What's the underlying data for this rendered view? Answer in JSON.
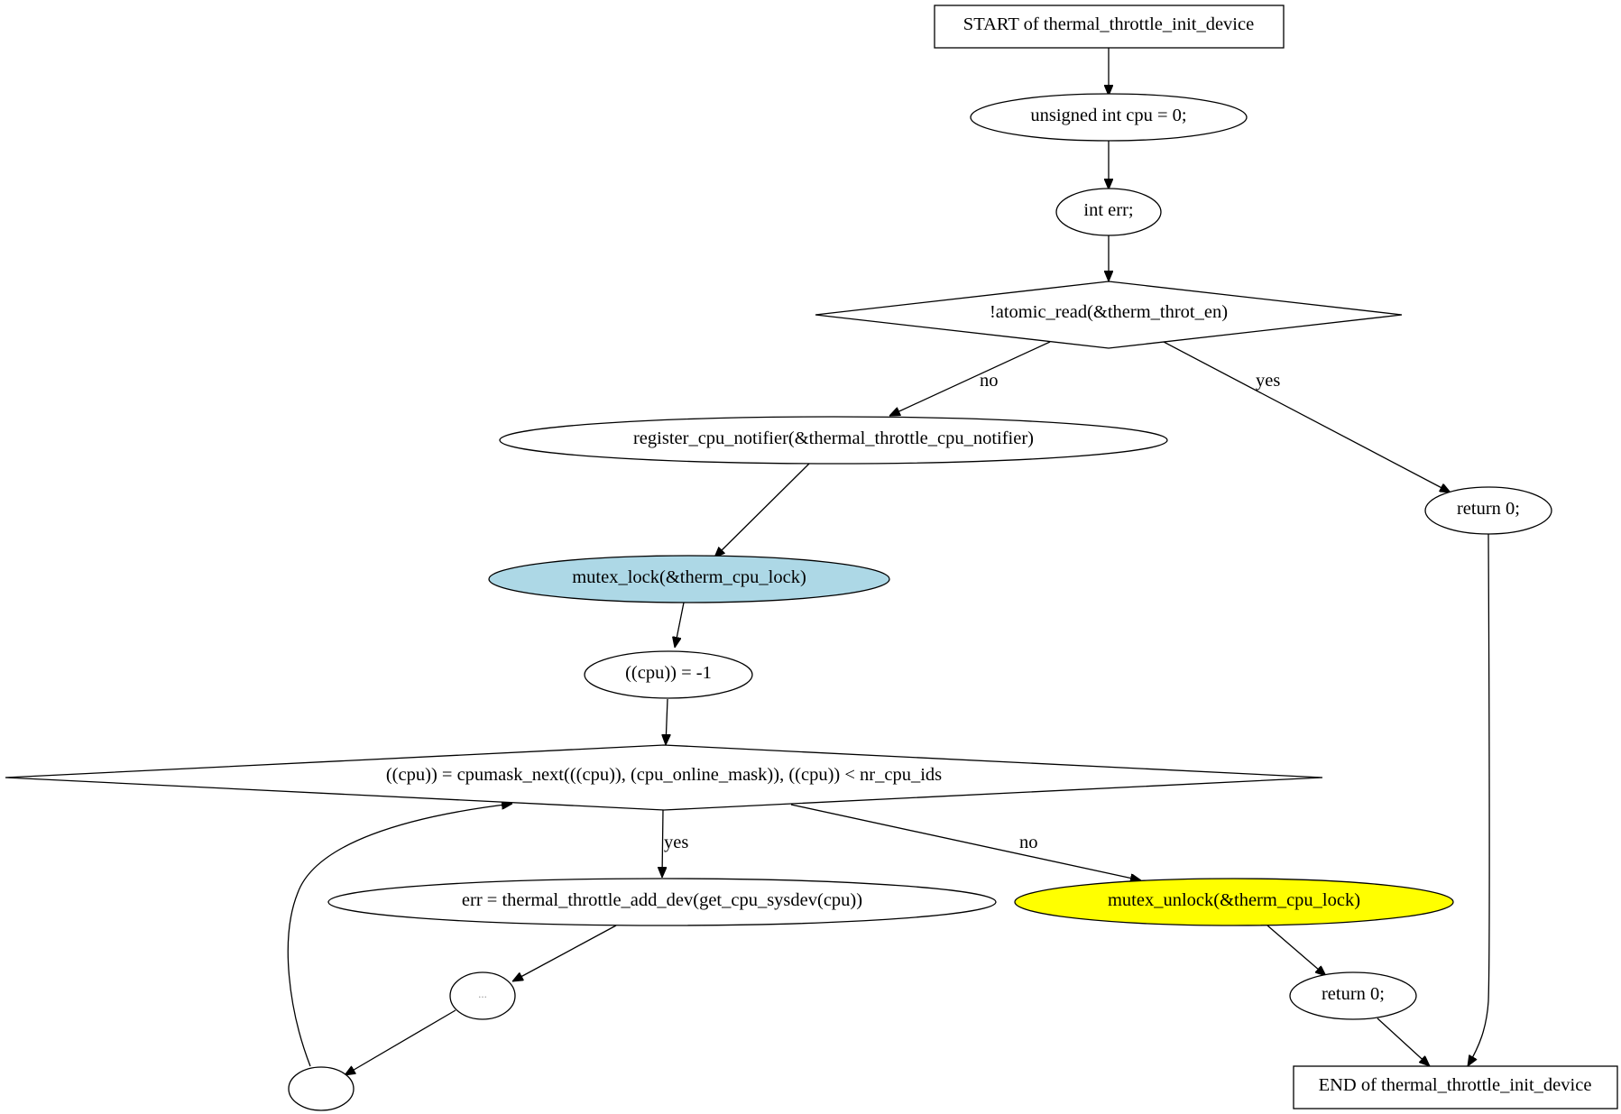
{
  "nodes": {
    "start": {
      "label": "START of thermal_throttle_init_device"
    },
    "decl_cpu": {
      "label": "unsigned int cpu = 0;"
    },
    "decl_err": {
      "label": "int err;"
    },
    "cond_atomic": {
      "label": "!atomic_read(&therm_throt_en)"
    },
    "register_notifier": {
      "label": "register_cpu_notifier(&thermal_throttle_cpu_notifier)"
    },
    "return_yes": {
      "label": "return 0;"
    },
    "mutex_lock": {
      "label": "mutex_lock(&therm_cpu_lock)",
      "fill": "#add8e6"
    },
    "cpu_init": {
      "label": "((cpu)) = -1"
    },
    "cond_loop": {
      "label": "((cpu)) = cpumask_next(((cpu)), (cpu_online_mask)), ((cpu)) < nr_cpu_ids"
    },
    "add_dev": {
      "label": "err = thermal_throttle_add_dev(get_cpu_sysdev(cpu))"
    },
    "ellipsis": {
      "label": "..."
    },
    "empty": {
      "label": ""
    },
    "mutex_unlock": {
      "label": "mutex_unlock(&therm_cpu_lock)",
      "fill": "#ffff00"
    },
    "return_end": {
      "label": "return 0;"
    },
    "end": {
      "label": "END of thermal_throttle_init_device"
    }
  },
  "edges": {
    "atomic_no": {
      "label": "no"
    },
    "atomic_yes": {
      "label": "yes"
    },
    "loop_yes": {
      "label": "yes"
    },
    "loop_no": {
      "label": "no"
    }
  }
}
